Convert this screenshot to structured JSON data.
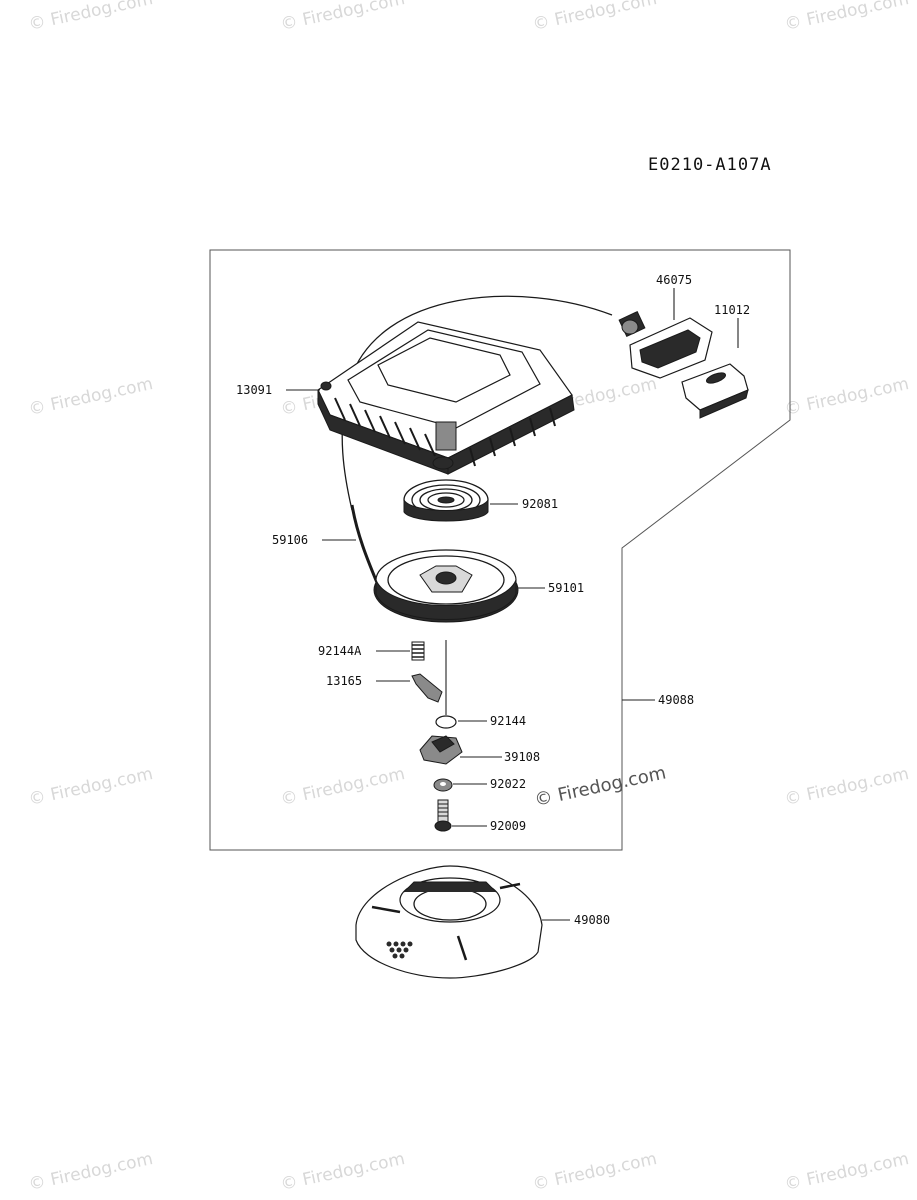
{
  "diagram": {
    "code": "E0210-A107A",
    "parts": {
      "p46075": "46075",
      "p11012": "11012",
      "p13091": "13091",
      "p92081": "92081",
      "p59106": "59106",
      "p59101": "59101",
      "p92144A": "92144A",
      "p13165": "13165",
      "p92144": "92144",
      "p49088": "49088",
      "p39108": "39108",
      "p92022": "92022",
      "p92009": "92009",
      "p49080": "49080"
    }
  },
  "watermark": {
    "text": "© Firedog.com",
    "center_text": "© Firedog.com"
  }
}
